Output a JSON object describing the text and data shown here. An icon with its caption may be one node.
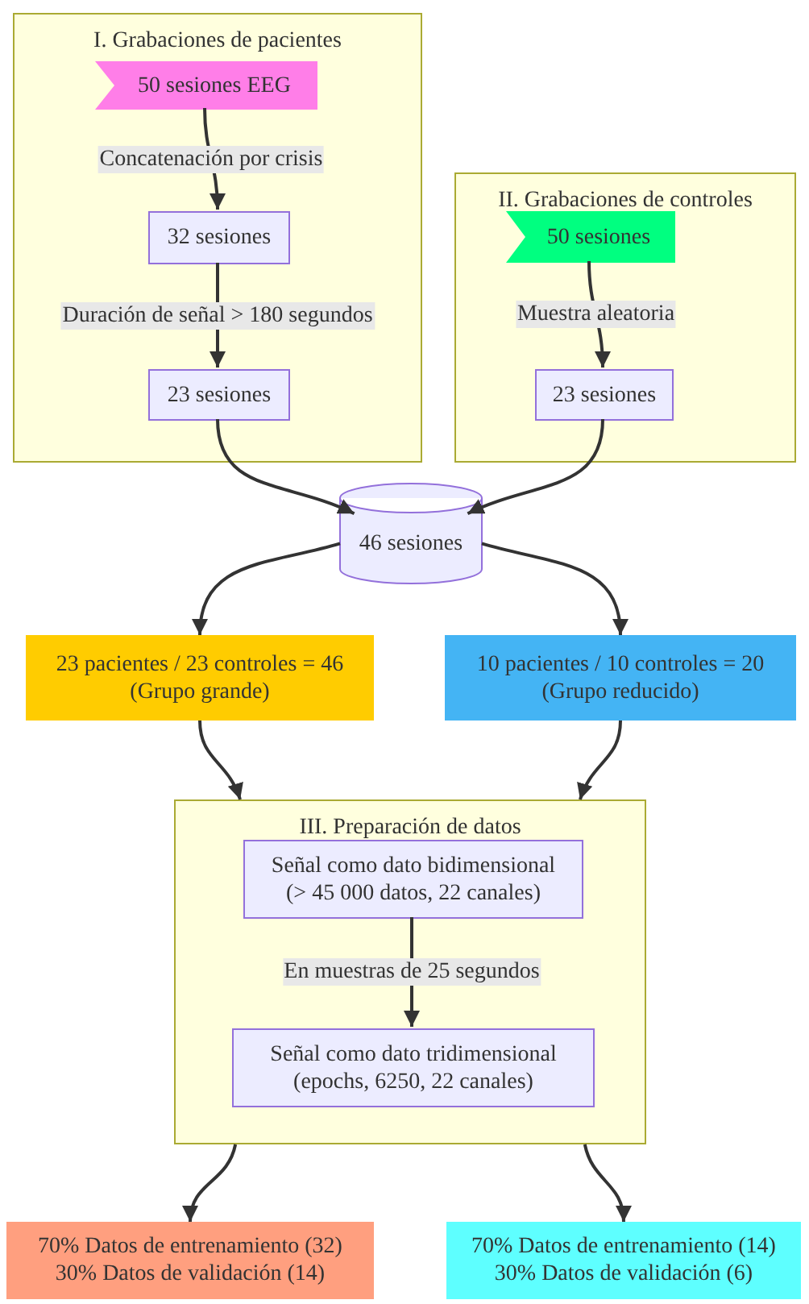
{
  "diagram": {
    "nodes": [
      {
        "text": [
          "I. Grabaciones de pacientes"
        ]
      },
      {
        "text": [
          "50 sesiones EEG"
        ],
        "in": 0
      },
      {
        "text": [
          "32 sesiones"
        ],
        "in": 0
      },
      {
        "text": [
          "23 sesiones"
        ],
        "in": 0
      },
      {
        "text": [
          "II. Grabaciones de controles"
        ]
      },
      {
        "text": [
          "50 sesiones"
        ],
        "in": 4
      },
      {
        "text": [
          "23 sesiones"
        ],
        "in": 4
      },
      {
        "text": [
          "46 sesiones"
        ]
      },
      {
        "text": [
          "23 pacientes / 23 controles = 46",
          "(Grupo grande)"
        ]
      },
      {
        "text": [
          "10 pacientes / 10 controles = 20",
          "(Grupo reducido)"
        ]
      },
      {
        "text": [
          "III. Preparación de datos"
        ]
      },
      {
        "text": [
          "Señal como dato bidimensional",
          "(> 45 000 datos, 22 canales)"
        ],
        "in": 10
      },
      {
        "text": [
          "Señal como dato tridimensional",
          "(epochs, 6250, 22 canales)"
        ],
        "in": 10
      },
      {
        "text": [
          "70% Datos de entrenamiento (32)",
          "30% Datos de validación (14)"
        ]
      },
      {
        "text": [
          "70% Datos de entrenamiento (14)",
          "30% Datos de validación (6)"
        ]
      }
    ],
    "edges": [
      {
        "from": 1,
        "to": 2,
        "arrow": "to",
        "label": "Concatenación por crisis"
      },
      {
        "from": 2,
        "to": 3,
        "arrow": "to",
        "label": "Duración de señal > 180 segundos"
      },
      {
        "from": 5,
        "to": 6,
        "arrow": "to",
        "label": "Muestra aleatoria"
      },
      {
        "from": 3,
        "to": 7,
        "arrow": "to"
      },
      {
        "from": 6,
        "to": 7,
        "arrow": "to"
      },
      {
        "from": 7,
        "to": 8,
        "arrow": "to"
      },
      {
        "from": 7,
        "to": 9,
        "arrow": "to"
      },
      {
        "from": 8,
        "to": 10,
        "arrow": "to"
      },
      {
        "from": 9,
        "to": 10,
        "arrow": "to"
      },
      {
        "from": 11,
        "to": 12,
        "arrow": "to",
        "label": "En muestras de 25 segundos"
      },
      {
        "from": 10,
        "to": 13,
        "arrow": "to"
      },
      {
        "from": 10,
        "to": 14,
        "arrow": "to"
      }
    ]
  }
}
